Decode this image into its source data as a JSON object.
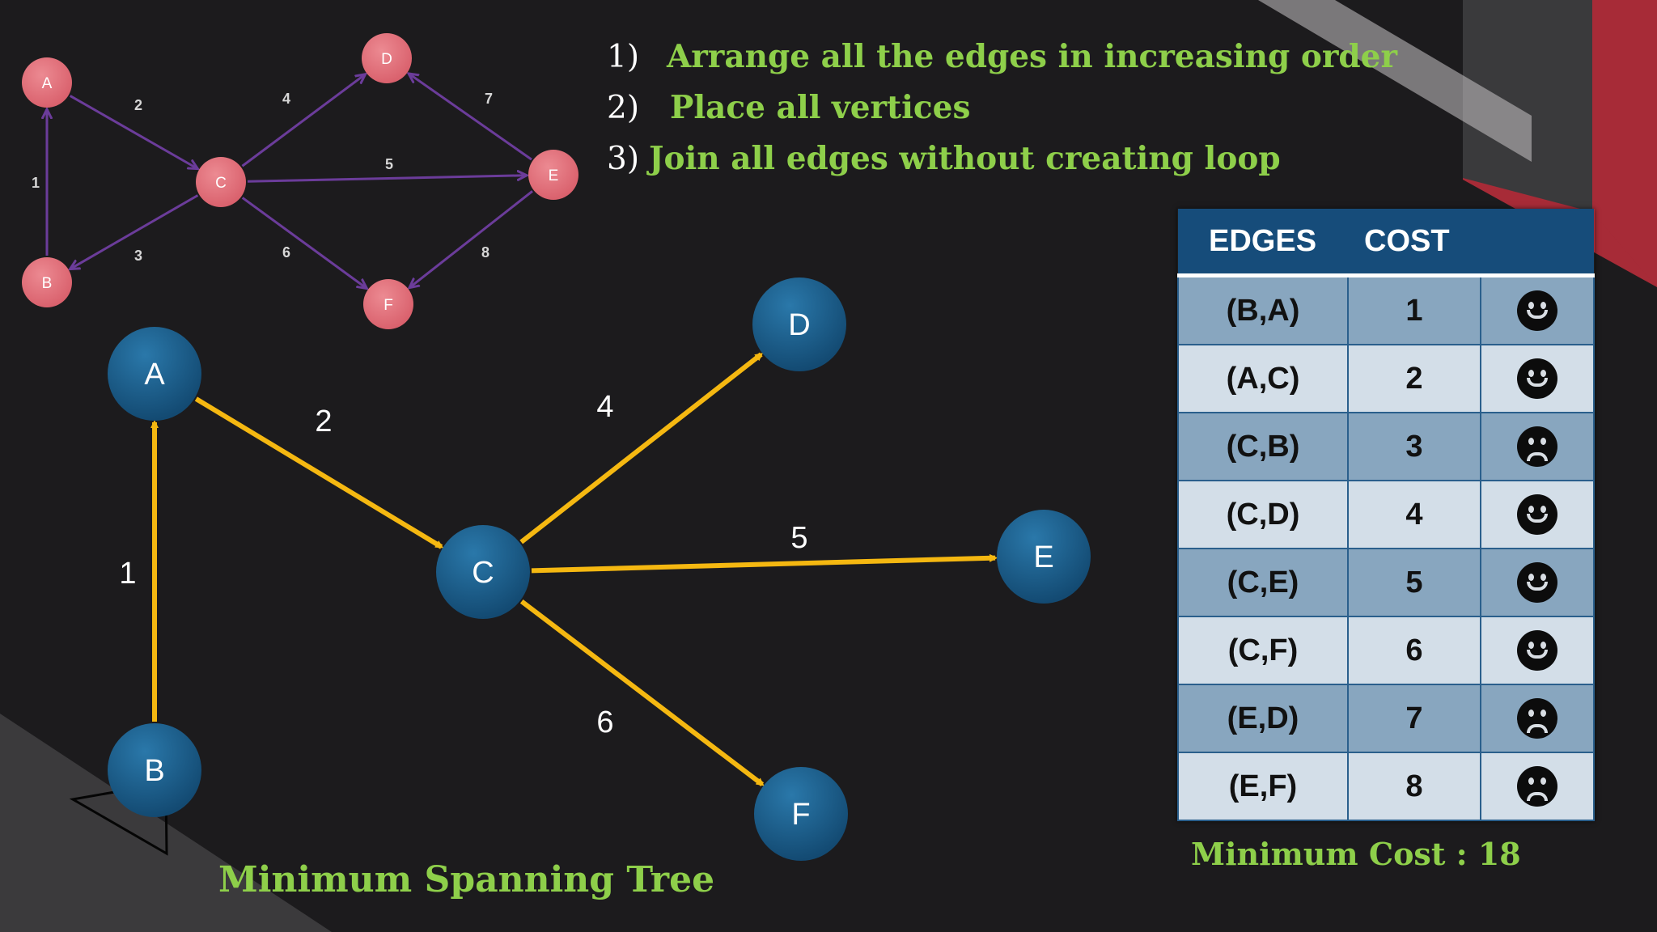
{
  "colors": {
    "background": "#1c1b1d",
    "accent_red": "#a72b37",
    "edge_yellow": "#f5b811",
    "small_node": "#e0717b",
    "small_edge": "#6b3c9a",
    "big_node": "#1a5a86",
    "text_green": "#8ecf4a",
    "table_header": "#164c7a"
  },
  "small_graph": {
    "nodes": [
      "A",
      "B",
      "C",
      "D",
      "E",
      "F"
    ],
    "edges": [
      {
        "from": "B",
        "to": "A",
        "weight": "1"
      },
      {
        "from": "A",
        "to": "C",
        "weight": "2"
      },
      {
        "from": "C",
        "to": "B",
        "weight": "3"
      },
      {
        "from": "C",
        "to": "D",
        "weight": "4"
      },
      {
        "from": "C",
        "to": "E",
        "weight": "5"
      },
      {
        "from": "C",
        "to": "F",
        "weight": "6"
      },
      {
        "from": "E",
        "to": "D",
        "weight": "7"
      },
      {
        "from": "E",
        "to": "F",
        "weight": "8"
      }
    ]
  },
  "mst": {
    "nodes": [
      "A",
      "B",
      "C",
      "D",
      "E",
      "F"
    ],
    "edges": [
      {
        "from": "B",
        "to": "A",
        "weight": "1"
      },
      {
        "from": "A",
        "to": "C",
        "weight": "2"
      },
      {
        "from": "C",
        "to": "D",
        "weight": "4"
      },
      {
        "from": "C",
        "to": "E",
        "weight": "5"
      },
      {
        "from": "C",
        "to": "F",
        "weight": "6"
      }
    ],
    "title": "Minimum Spanning Tree"
  },
  "steps": [
    {
      "num": "1)",
      "text": "Arrange all the edges in increasing order"
    },
    {
      "num": "2)",
      "text": "Place all vertices"
    },
    {
      "num": "3)",
      "text": "Join all edges without creating loop"
    }
  ],
  "table": {
    "headers": [
      "EDGES",
      "COST"
    ],
    "rows": [
      {
        "edge": "(B,A)",
        "cost": "1",
        "status": "happy"
      },
      {
        "edge": "(A,C)",
        "cost": "2",
        "status": "happy"
      },
      {
        "edge": "(C,B)",
        "cost": "3",
        "status": "sad"
      },
      {
        "edge": "(C,D)",
        "cost": "4",
        "status": "happy"
      },
      {
        "edge": "(C,E)",
        "cost": "5",
        "status": "happy"
      },
      {
        "edge": "(C,F)",
        "cost": "6",
        "status": "happy"
      },
      {
        "edge": "(E,D)",
        "cost": "7",
        "status": "sad"
      },
      {
        "edge": "(E,F)",
        "cost": "8",
        "status": "sad"
      }
    ]
  },
  "minimum_cost": "Minimum Cost : 18"
}
